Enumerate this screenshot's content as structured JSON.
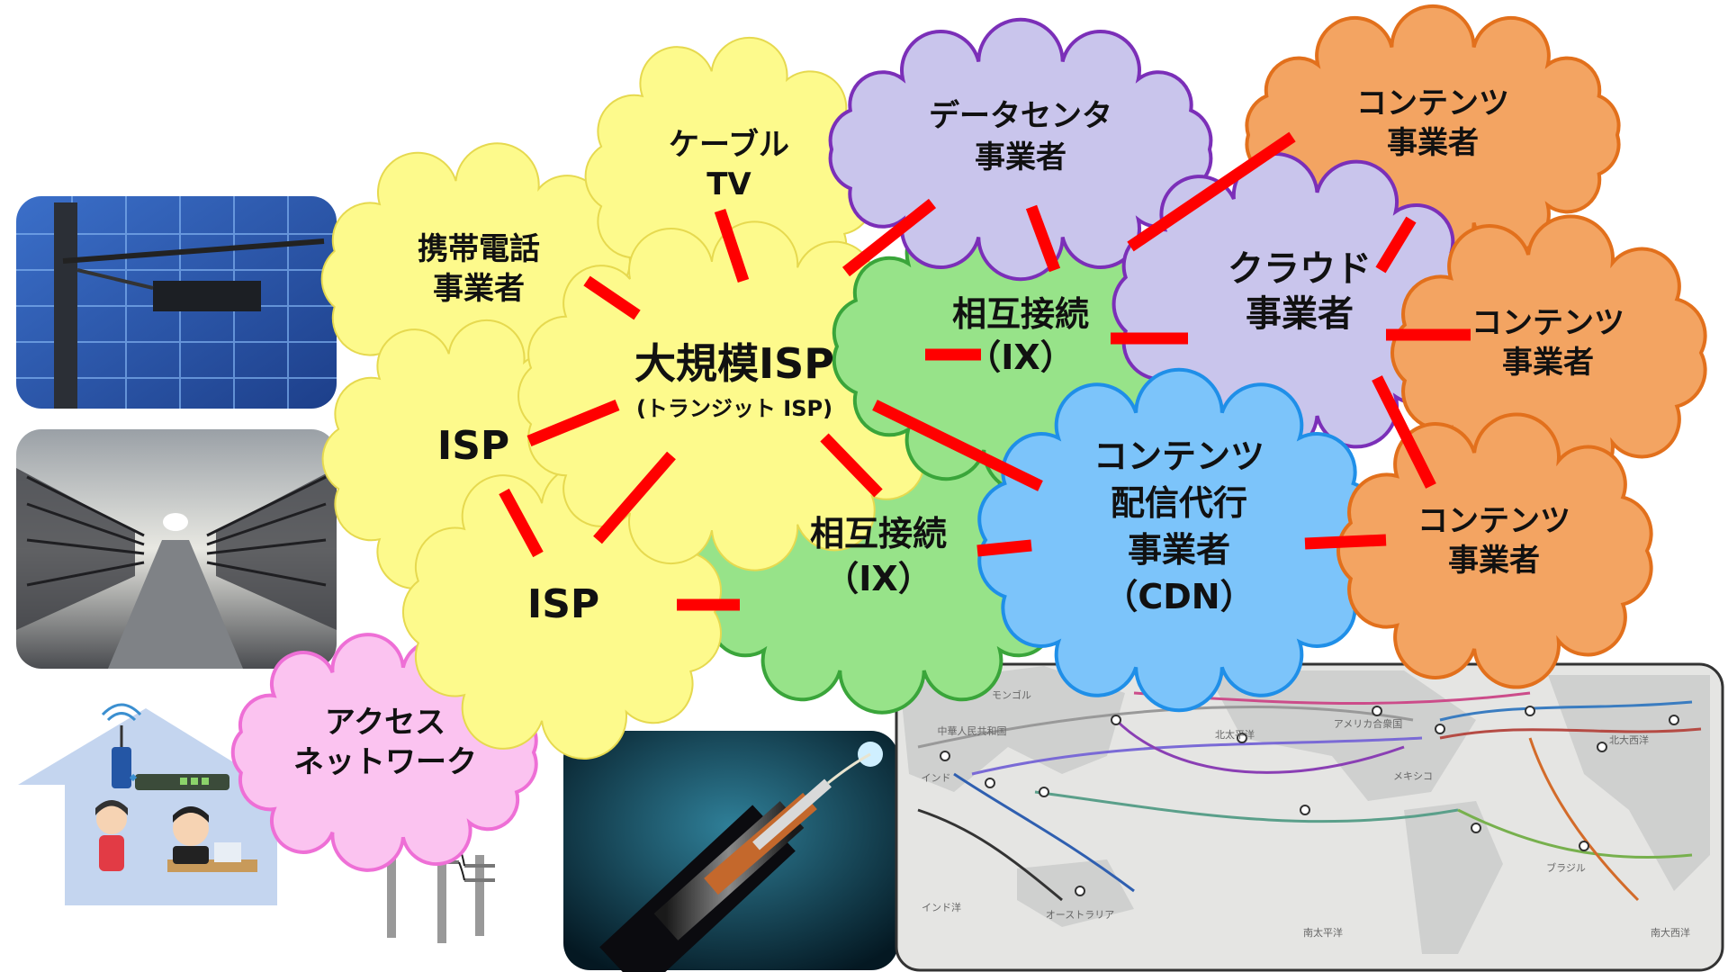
{
  "clouds": {
    "large_isp": {
      "line1": "大規模ISP",
      "line2": "(トランジット ISP)",
      "color": "#fdfa8c"
    },
    "cable_tv": {
      "line1": "ケーブル",
      "line2": "TV",
      "color": "#fdfa8c"
    },
    "mobile": {
      "line1": "携帯電話",
      "line2": "事業者",
      "color": "#fdfa8c"
    },
    "isp_a": {
      "line1": "ISP",
      "color": "#fdfa8c"
    },
    "isp_b": {
      "line1": "ISP",
      "color": "#fdfa8c"
    },
    "datacenter": {
      "line1": "データセンタ",
      "line2": "事業者",
      "color": "#c9c5ec"
    },
    "cloud_op": {
      "line1": "クラウド",
      "line2": "事業者",
      "color": "#c9c5ec"
    },
    "ix_upper": {
      "line1": "相互接続",
      "line2": "（IX）",
      "color": "#97e389"
    },
    "ix_lower": {
      "line1": "相互接続",
      "line2": "（IX）",
      "color": "#97e389"
    },
    "cdn": {
      "line1": "コンテンツ",
      "line2": "配信代行",
      "line3": "事業者",
      "line4": "（CDN）",
      "color": "#7cc4fa"
    },
    "content_top": {
      "line1": "コンテンツ",
      "line2": "事業者",
      "color": "#f3a462"
    },
    "content_mid": {
      "line1": "コンテンツ",
      "line2": "事業者",
      "color": "#f3a462"
    },
    "content_low": {
      "line1": "コンテンツ",
      "line2": "事業者",
      "color": "#f3a462"
    },
    "access": {
      "line1": "アクセス",
      "line2": "ネットワーク",
      "color": "#fbc3f0"
    }
  },
  "link_color": "#ff0000",
  "map": {
    "labels": [
      "モンゴル",
      "中華人民共和国",
      "北太平洋",
      "アメリカ合衆国",
      "北大西洋",
      "インド",
      "メキシコ",
      "インド洋",
      "オーストラリア",
      "南太平洋",
      "ブラジル",
      "南大西洋"
    ]
  }
}
